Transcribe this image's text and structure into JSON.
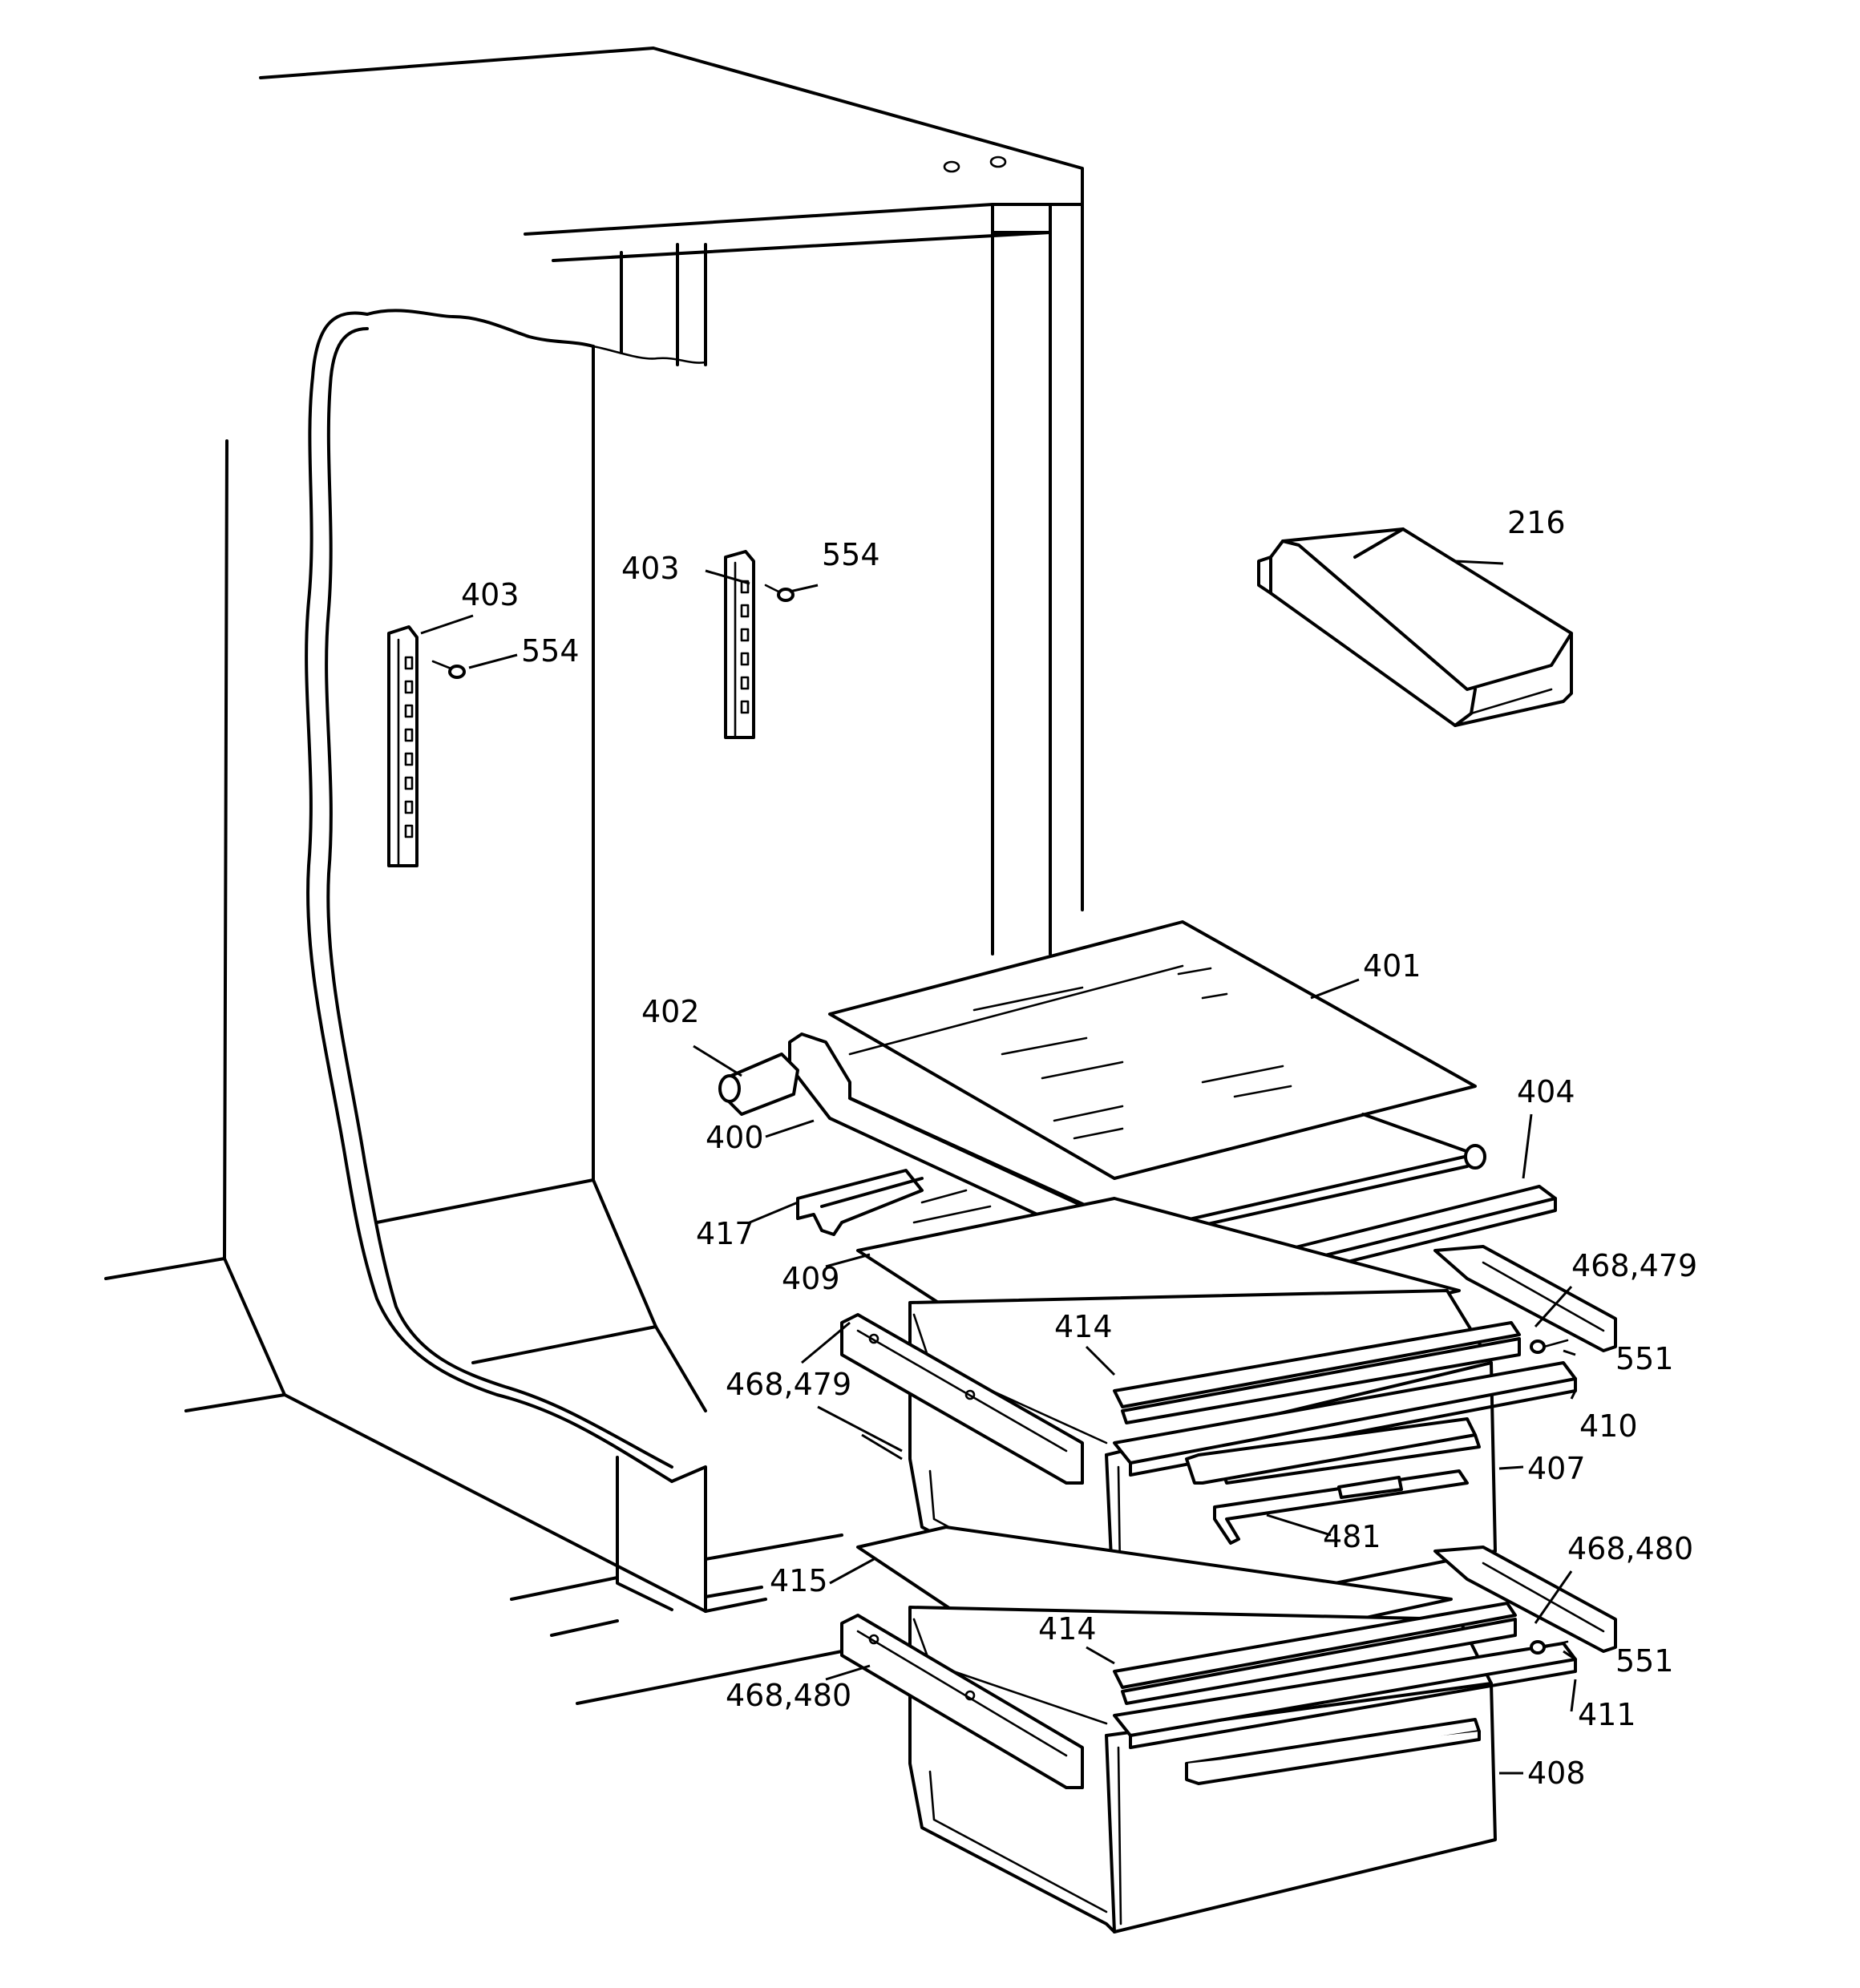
{
  "labels": {
    "216": "216",
    "554_left": "554",
    "554_right": "554",
    "403_left": "403",
    "403_right": "403",
    "400": "400",
    "401": "401",
    "402": "402",
    "404": "404",
    "407": "407",
    "408": "408",
    "409": "409",
    "410": "410",
    "411": "411",
    "414_upper": "414",
    "414_lower": "414",
    "415": "415",
    "417": "417",
    "481": "481",
    "551_upper": "551",
    "551_lower": "551",
    "468_479_left": "468,479",
    "468_479_right": "468,479",
    "468_480_left": "468,480",
    "468_480_right": "468,480"
  }
}
